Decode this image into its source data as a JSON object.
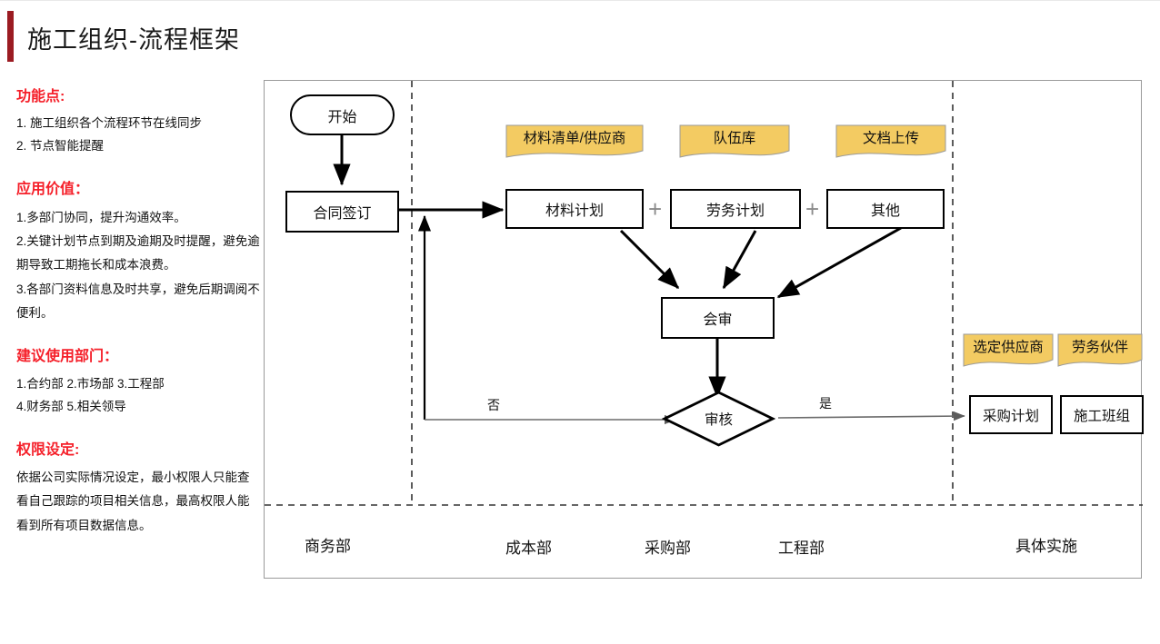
{
  "header": {
    "title": "施工组织-流程框架",
    "accent_color": "#9B1B22"
  },
  "info_panel": {
    "sections": [
      {
        "heading": "功能点:",
        "lines": [
          "1. 施工组织各个流程环节在线同步",
          "2. 节点智能提醒"
        ]
      },
      {
        "heading": "应用价值：",
        "lines": [
          "1.多部门协同，提升沟通效率。",
          "2.关键计划节点到期及逾期及时提醒，避免逾期导致工期拖长和成本浪费。",
          "3.各部门资料信息及时共享，避免后期调阅不便利。"
        ]
      },
      {
        "heading": "建议使用部门：",
        "lines": [
          "1.合约部 2.市场部 3.工程部",
          "4.财务部 5.相关领导"
        ]
      },
      {
        "heading": "权限设定:",
        "lines": [
          "依据公司实际情况设定，最小权限人只能查看自己跟踪的项目相关信息，最高权限人能看到所有项目数据信息。"
        ]
      }
    ],
    "heading_color": "#F5202A"
  },
  "flow": {
    "nodes": {
      "start": "开始",
      "contract": "合同签订",
      "material_plan": "材料计划",
      "labor_plan": "劳务计划",
      "other": "其他",
      "joint_review": "会审",
      "approval": "审核",
      "purchase_plan": "采购计划",
      "construction_team": "施工班组"
    },
    "notes": {
      "material_list": "材料清单/供应商",
      "team_library": "队伍库",
      "doc_upload": "文档上传",
      "selected_supplier": "选定供应商",
      "labor_partner": "劳务伙伴"
    },
    "note_color": "#F3CB62",
    "edge_labels": {
      "no": "否",
      "yes": "是"
    },
    "operators": {
      "plus1": "+",
      "plus2": "+"
    },
    "lanes": [
      {
        "label": "商务部"
      },
      {
        "label": "成本部"
      },
      {
        "label": "采购部"
      },
      {
        "label": "工程部"
      },
      {
        "label": "具体实施"
      }
    ]
  }
}
